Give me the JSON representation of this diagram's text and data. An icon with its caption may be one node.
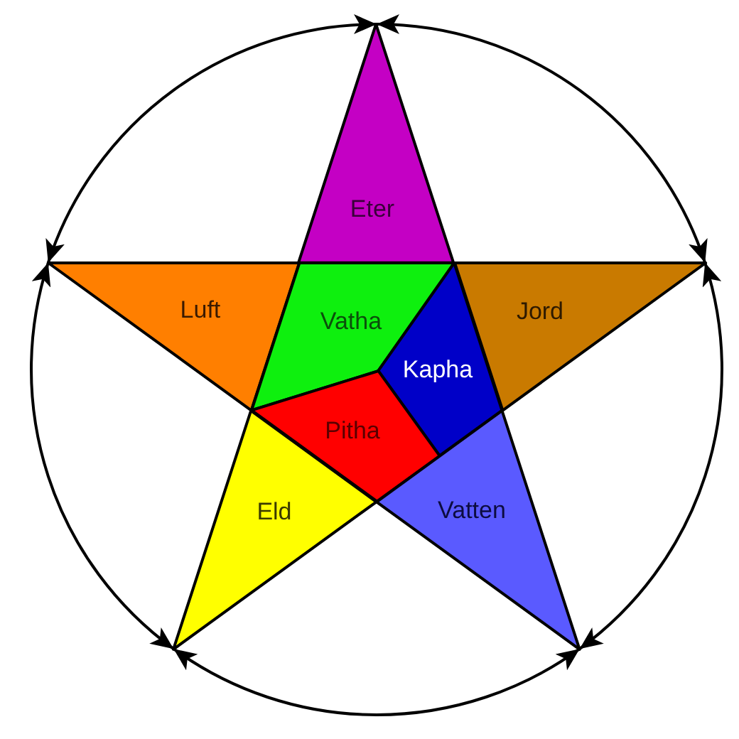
{
  "diagram": {
    "nodes": [
      {
        "text": [
          "Eter"
        ]
      },
      {
        "text": [
          "Luft"
        ]
      },
      {
        "text": [
          "Vatha"
        ]
      },
      {
        "text": [
          "Jord"
        ]
      },
      {
        "text": [
          "Kapha"
        ]
      },
      {
        "text": [
          "Pitha"
        ]
      },
      {
        "text": [
          "Eld"
        ]
      },
      {
        "text": [
          "Vatten"
        ]
      }
    ],
    "edges": [
      {
        "from": 0,
        "to": 3,
        "arrow": "both"
      },
      {
        "from": 3,
        "to": 7,
        "arrow": "both"
      },
      {
        "from": 7,
        "to": 6,
        "arrow": "both"
      },
      {
        "from": 6,
        "to": 1,
        "arrow": "both"
      },
      {
        "from": 1,
        "to": 0,
        "arrow": "both"
      }
    ]
  }
}
